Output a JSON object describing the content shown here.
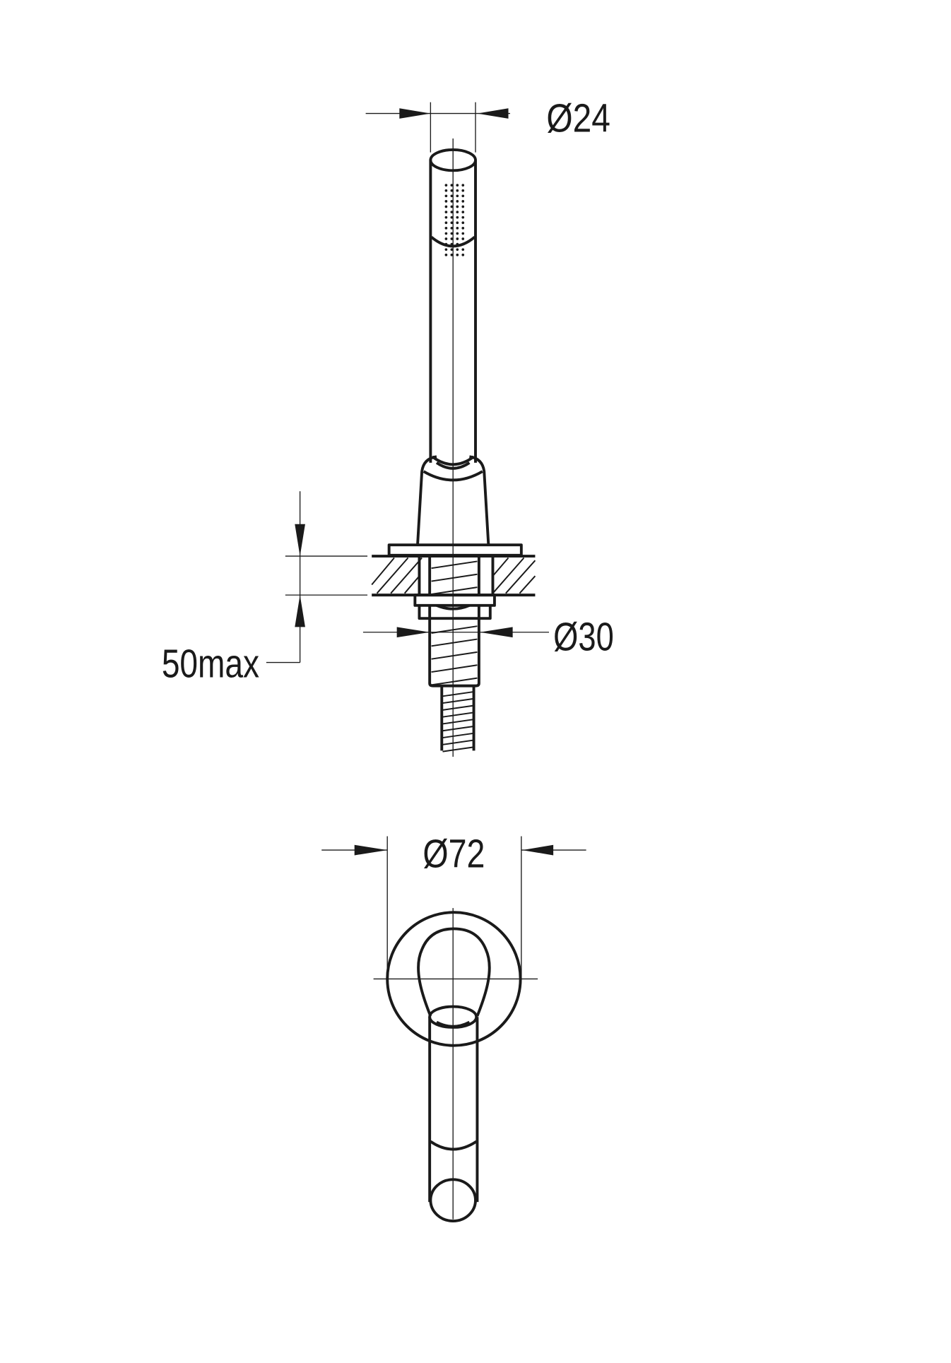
{
  "drawing": {
    "side_view": {
      "handle_diameter_label": "Ø24",
      "counter_thickness_label": "50max",
      "thread_diameter_label": "Ø30"
    },
    "top_view": {
      "flange_diameter_label": "Ø72"
    },
    "line_color": "#1a1a1a"
  }
}
